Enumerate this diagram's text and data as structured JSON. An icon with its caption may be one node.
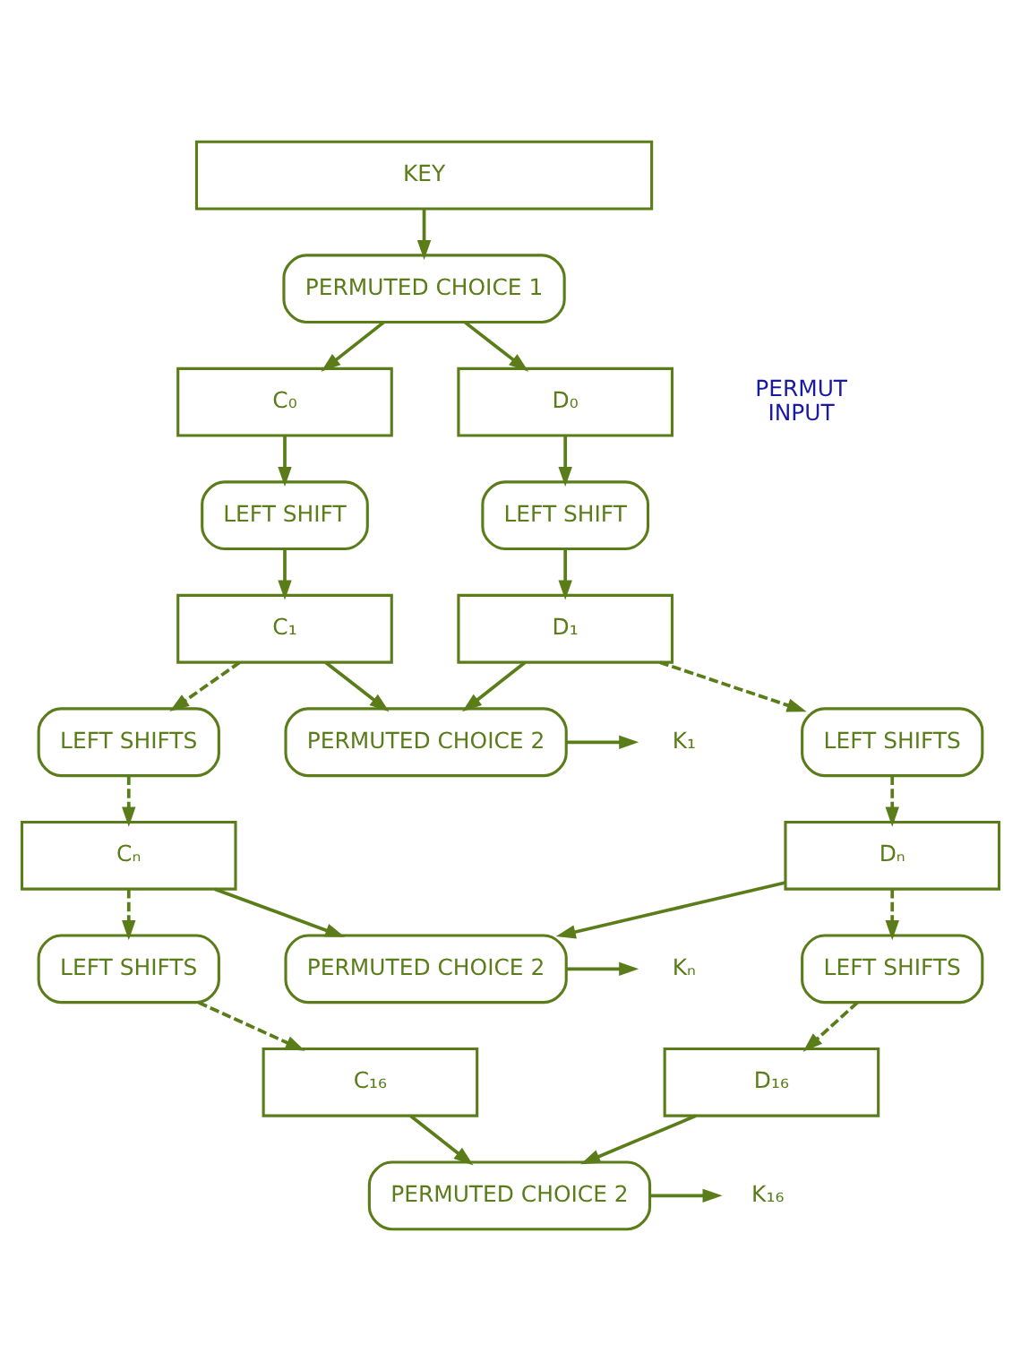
{
  "diagram": {
    "nodes": [
      {
        "text": [
          "KEY"
        ]
      },
      {
        "text": [
          "PERMUTED CHOICE 1"
        ]
      },
      {
        "text": [
          "C₀"
        ]
      },
      {
        "text": [
          "D₀"
        ]
      },
      {
        "text": [
          "LEFT SHIFT"
        ]
      },
      {
        "text": [
          "LEFT SHIFT"
        ]
      },
      {
        "text": [
          "C₁"
        ]
      },
      {
        "text": [
          "D₁"
        ]
      },
      {
        "text": [
          "PERMUTED CHOICE 2"
        ]
      },
      {
        "text": [
          "K₁"
        ]
      },
      {
        "text": [
          "LEFT SHIFTS"
        ]
      },
      {
        "text": [
          "LEFT SHIFTS"
        ]
      },
      {
        "text": [
          "Cₙ"
        ]
      },
      {
        "text": [
          "Dₙ"
        ]
      },
      {
        "text": [
          "PERMUTED CHOICE 2"
        ]
      },
      {
        "text": [
          "Kₙ"
        ]
      },
      {
        "text": [
          "LEFT SHIFTS"
        ]
      },
      {
        "text": [
          "LEFT SHIFTS"
        ]
      },
      {
        "text": [
          "C₁₆"
        ]
      },
      {
        "text": [
          "D₁₆"
        ]
      },
      {
        "text": [
          "PERMUTED CHOICE 2"
        ]
      },
      {
        "text": [
          "K₁₆"
        ]
      }
    ],
    "edges": [
      {
        "from": 0,
        "to": 1,
        "arrow": "to"
      },
      {
        "from": 1,
        "to": 2,
        "arrow": "to"
      },
      {
        "from": 1,
        "to": 3,
        "arrow": "to"
      },
      {
        "from": 2,
        "to": 4,
        "arrow": "to"
      },
      {
        "from": 3,
        "to": 5,
        "arrow": "to"
      },
      {
        "from": 4,
        "to": 6,
        "arrow": "to"
      },
      {
        "from": 5,
        "to": 7,
        "arrow": "to"
      },
      {
        "from": 6,
        "to": 8,
        "arrow": "to"
      },
      {
        "from": 7,
        "to": 8,
        "arrow": "to"
      },
      {
        "from": 8,
        "to": 9,
        "arrow": "to"
      },
      {
        "from": 6,
        "to": 10,
        "arrow": "to",
        "style": "dashed"
      },
      {
        "from": 7,
        "to": 11,
        "arrow": "to",
        "style": "dashed"
      },
      {
        "from": 10,
        "to": 12,
        "arrow": "to",
        "style": "dashed"
      },
      {
        "from": 11,
        "to": 13,
        "arrow": "to",
        "style": "dashed"
      },
      {
        "from": 12,
        "to": 14,
        "arrow": "to"
      },
      {
        "from": 13,
        "to": 14,
        "arrow": "to"
      },
      {
        "from": 14,
        "to": 15,
        "arrow": "to"
      },
      {
        "from": 12,
        "to": 16,
        "arrow": "to",
        "style": "dashed"
      },
      {
        "from": 13,
        "to": 17,
        "arrow": "to",
        "style": "dashed"
      },
      {
        "from": 16,
        "to": 18,
        "arrow": "to",
        "style": "dashed"
      },
      {
        "from": 17,
        "to": 19,
        "arrow": "to",
        "style": "dashed"
      },
      {
        "from": 18,
        "to": 20,
        "arrow": "to"
      },
      {
        "from": 19,
        "to": 20,
        "arrow": "to"
      },
      {
        "from": 20,
        "to": 21,
        "arrow": "to"
      }
    ],
    "labels": [
      "PERMUT",
      "INPUT"
    ]
  }
}
